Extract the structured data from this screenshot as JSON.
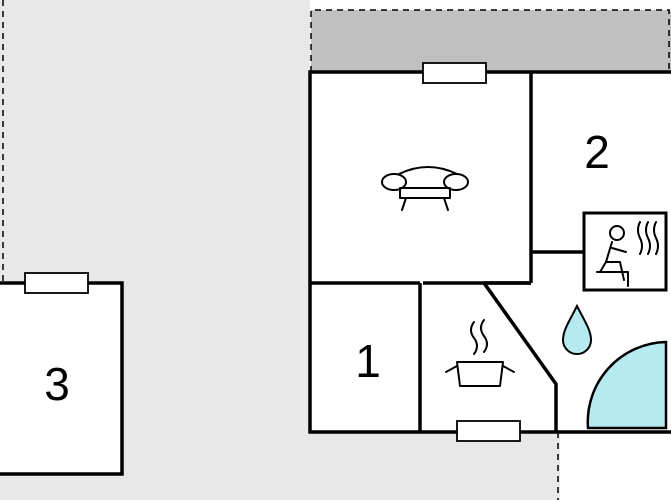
{
  "plan": {
    "rooms": [
      {
        "id": "room-1",
        "label": "1"
      },
      {
        "id": "room-2",
        "label": "2"
      },
      {
        "id": "room-3",
        "label": "3"
      }
    ],
    "icons": [
      "sofa-icon",
      "cooking-pot-icon",
      "sauna-icon",
      "water-drop-icon",
      "shower-icon"
    ],
    "colors": {
      "ground": "#e8e8e8",
      "terrace": "#c0c0c0",
      "water": "#b5eaf0",
      "wall": "#000000",
      "floor": "#ffffff"
    }
  }
}
